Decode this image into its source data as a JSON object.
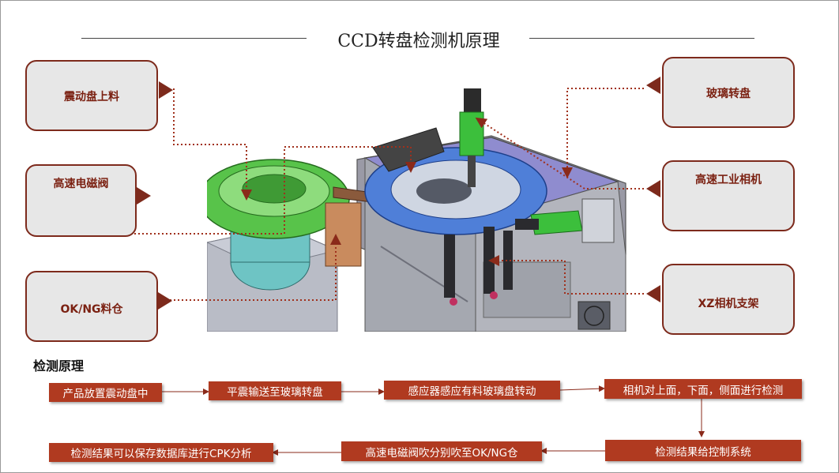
{
  "title": "CCD转盘检测机原理",
  "callouts": {
    "vibration_feed": "震动盘上料",
    "solenoid_valve": "高速电磁阀",
    "ok_ng_bin": "OK/NG料仓",
    "glass_turntable": "玻璃转盘",
    "industrial_camera": "高速工业相机",
    "xz_camera_mount": "XZ相机支架"
  },
  "section_heading": "检测原理",
  "flow_steps": {
    "step1": "产品放置震动盘中",
    "step2": "平震输送至玻璃转盘",
    "step3": "感应器感应有料玻璃盘转动",
    "step4": "相机对上面，下面，侧面进行检测",
    "step5": "检测结果给控制系统",
    "step6": "高速电磁阀吹分别吹至OK/NG仓",
    "step7": "检测结果可以保存数据库进行CPK分析"
  },
  "colors": {
    "accent_dark": "#7d2a1c",
    "flow_box_fill": "#b03a20",
    "callout_fill": "#e7e7e7",
    "machine_top": "#8f8ccf",
    "bowl_green": "#58c34a",
    "turntable_blue": "#4f7fd8"
  }
}
